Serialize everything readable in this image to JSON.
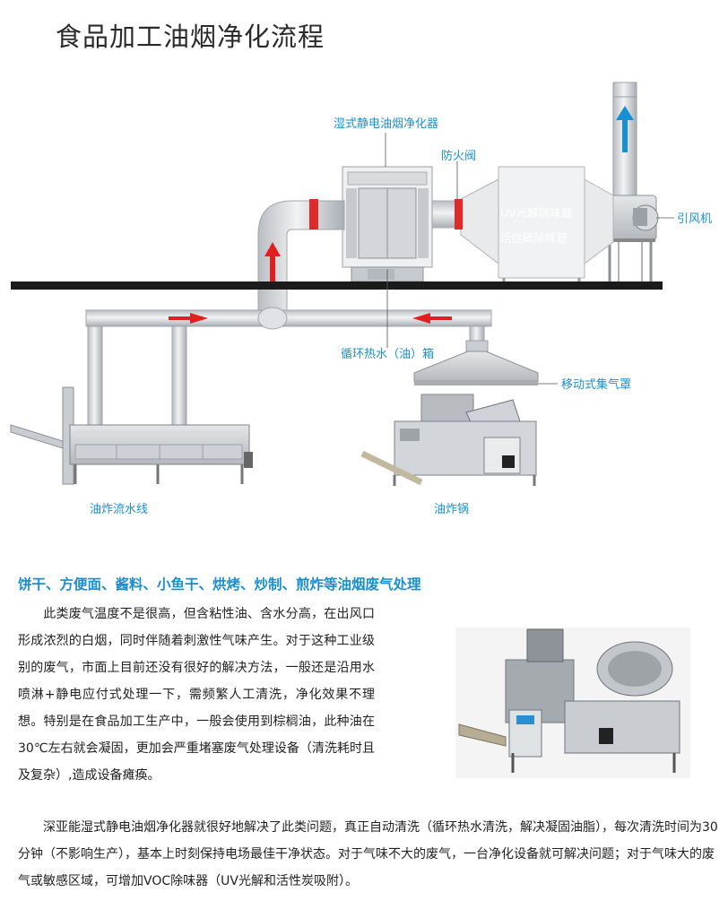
{
  "title": "食品加工油烟净化流程",
  "labels": {
    "purifier": "湿式静电油烟净化器",
    "fire_valve": "防火阀",
    "uv": "UV光解除味器",
    "carbon": "活性碳除味器",
    "fan": "引风机",
    "tank": "循环热水（油）箱",
    "hood": "移动式集气罩",
    "fryer_line": "油炸流水线",
    "fryer": "油炸锅"
  },
  "heading": "饼干、方便面、酱料、小鱼干、烘烤、炒制、煎炸等油烟废气处理",
  "para1": "此类废气温度不是很高，但含粘性油、含水分高，在出风口形成浓烈的白烟，同时伴随着刺激性气味产生。对于这种工业级别的废气，市面上目前还没有很好的解决方法，一般还是沿用水喷淋+静电应付式处理一下，需频繁人工清洗，净化效果不理想。特别是在食品加工生产中，一般会使用到棕榈油，此种油在30℃左右就会凝固，更加会严重堵塞废气处理设备（清洗耗时且及复杂）,造成设备瘫痪。",
  "para2": "深亚能湿式静电油烟净化器就很好地解决了此类问题，真正自动清洗（循环热水清洗，解决凝固油脂），每次清洗时间为30分钟（不影响生产），基本上时刻保持电场最佳干净状态。对于气味不大的废气，一台净化设备就可解决问题；对于气味大的废气或敏感区域，可增加VOC除味器（UV光解和活性炭吸附）。",
  "colors": {
    "accent": "#1a8fd0",
    "flow_arrow": "#e02020",
    "duct": "#c9ccd0"
  }
}
